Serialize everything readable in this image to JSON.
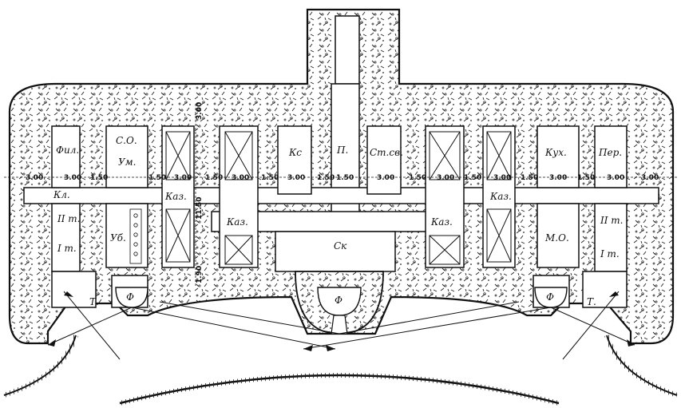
{
  "rooms": {
    "fil": "Фил.",
    "so": "С.О.",
    "um": "Ум.",
    "kl": "Кл.",
    "iit_left": "II т.",
    "it_left": "I т.",
    "ub": "Уб.",
    "kaz_1": "Каз.",
    "kaz_2": "Каз.",
    "ks": "Кс",
    "p": "П.",
    "stsv": "Ст.св.",
    "kaz_3": "Каз.",
    "kaz_4": "Каз.",
    "kukh": "Кух.",
    "per": "Пер.",
    "iit_right": "II т.",
    "mo": "М.О.",
    "it_right": "I т.",
    "sk": "Ск",
    "f_left": "Ф",
    "f_center": "Ф",
    "f_right": "Ф",
    "t_left": "Т.",
    "t_right": "Т."
  },
  "dimensions": {
    "row": [
      "3.00",
      "3.00",
      "1.50",
      "1.50",
      "3.00",
      "1.50",
      "3.00",
      "1.50",
      "3.00",
      "1.50",
      "1.50",
      "3.00",
      "1.50",
      "3.00",
      "1.50",
      "3.00",
      "1.50",
      "3.00",
      "1.50",
      "3.00",
      "3.00"
    ],
    "vertical_top": "3.00",
    "vertical_mid": "11.50",
    "vertical_bottom": "1.90"
  },
  "colors": {
    "ink": "#1a1a1a",
    "paper": "#ffffff"
  }
}
